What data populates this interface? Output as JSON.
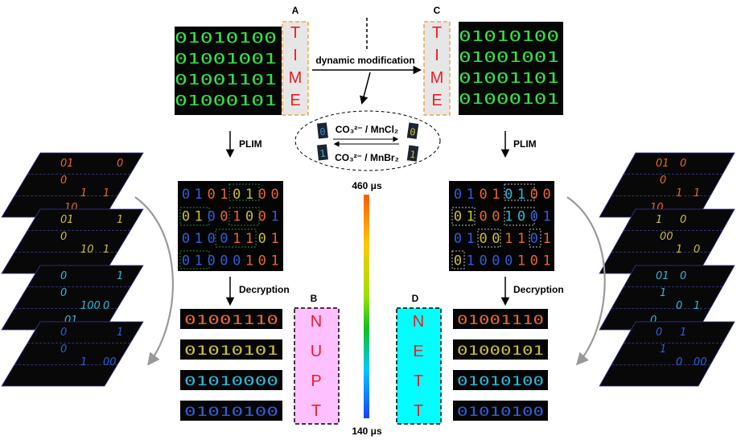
{
  "panel_labels": {
    "a": "A",
    "b": "B",
    "c": "C",
    "d": "D"
  },
  "binary_top": [
    "01010100",
    "01001001",
    "01001101",
    "01000101"
  ],
  "time_letters": [
    "T",
    "I",
    "M",
    "E"
  ],
  "arrow_dynamic": "dynamic modification",
  "reaction": {
    "top": "CO₃²⁻ / MnCl₂",
    "bottom": "CO₃²⁻ / MnBr₂",
    "left_digits": [
      "0",
      "1"
    ],
    "right_digits": [
      "0",
      "1"
    ]
  },
  "plim_label": "PLIM",
  "decryption_label": "Decryption",
  "plim_left_rows": [
    [
      [
        0,
        "b"
      ],
      [
        1,
        "b"
      ],
      [
        0,
        "o"
      ],
      [
        1,
        "o"
      ],
      [
        0,
        "y"
      ],
      [
        1,
        "y"
      ],
      [
        0,
        "o"
      ],
      [
        0,
        "o"
      ]
    ],
    [
      [
        0,
        "y"
      ],
      [
        1,
        "y"
      ],
      [
        0,
        "b"
      ],
      [
        0,
        "o"
      ],
      [
        1,
        "o"
      ],
      [
        0,
        "y"
      ],
      [
        0,
        "o"
      ],
      [
        1,
        "b"
      ]
    ],
    [
      [
        0,
        "b"
      ],
      [
        1,
        "b"
      ],
      [
        0,
        "b"
      ],
      [
        0,
        "b"
      ],
      [
        1,
        "o"
      ],
      [
        1,
        "o"
      ],
      [
        0,
        "y"
      ],
      [
        1,
        "o"
      ]
    ],
    [
      [
        0,
        "b"
      ],
      [
        1,
        "b"
      ],
      [
        0,
        "b"
      ],
      [
        0,
        "b"
      ],
      [
        0,
        "b"
      ],
      [
        1,
        "o"
      ],
      [
        0,
        "o"
      ],
      [
        1,
        "o"
      ]
    ]
  ],
  "plim_right_rows": [
    [
      [
        0,
        "b"
      ],
      [
        1,
        "b"
      ],
      [
        0,
        "o"
      ],
      [
        1,
        "o"
      ],
      [
        0,
        "c"
      ],
      [
        1,
        "c"
      ],
      [
        0,
        "o"
      ],
      [
        0,
        "o"
      ]
    ],
    [
      [
        0,
        "y"
      ],
      [
        1,
        "y"
      ],
      [
        0,
        "o"
      ],
      [
        0,
        "o"
      ],
      [
        1,
        "c"
      ],
      [
        0,
        "c"
      ],
      [
        0,
        "b"
      ],
      [
        1,
        "b"
      ]
    ],
    [
      [
        0,
        "b"
      ],
      [
        1,
        "b"
      ],
      [
        0,
        "y"
      ],
      [
        0,
        "y"
      ],
      [
        1,
        "o"
      ],
      [
        1,
        "o"
      ],
      [
        0,
        "b"
      ],
      [
        1,
        "o"
      ]
    ],
    [
      [
        0,
        "y"
      ],
      [
        1,
        "b"
      ],
      [
        0,
        "b"
      ],
      [
        0,
        "b"
      ],
      [
        0,
        "b"
      ],
      [
        1,
        "o"
      ],
      [
        0,
        "o"
      ],
      [
        1,
        "o"
      ]
    ]
  ],
  "decrypted_left": [
    {
      "text": "01001110",
      "color": "#e8662a"
    },
    {
      "text": "01010101",
      "color": "#c9c030"
    },
    {
      "text": "01010000",
      "color": "#2fb8d8"
    },
    {
      "text": "01010100",
      "color": "#2f5ed8"
    }
  ],
  "decrypted_right": [
    {
      "text": "01001110",
      "color": "#e8662a"
    },
    {
      "text": "01000101",
      "color": "#c9c030"
    },
    {
      "text": "01010100",
      "color": "#2fb8d8"
    },
    {
      "text": "01010100",
      "color": "#2f5ed8"
    }
  ],
  "nupt_letters": [
    "N",
    "U",
    "P",
    "T"
  ],
  "nett_letters": [
    "N",
    "E",
    "T",
    "T"
  ],
  "scale": {
    "max_label": "460 μs",
    "min_label": "140 μs"
  },
  "stack_left_layers": [
    {
      "items": [
        {
          "t": "01",
          "c": "#e8662a"
        },
        {
          "t": "0",
          "c": "#e8662a"
        },
        {
          "t": "0",
          "c": "#e8662a"
        },
        {
          "t": "1",
          "c": "#e8662a"
        },
        {
          "t": "1",
          "c": "#e8662a"
        },
        {
          "t": "10",
          "c": "#e8662a"
        }
      ]
    },
    {
      "items": [
        {
          "t": "01",
          "c": "#c9c030"
        },
        {
          "t": "1",
          "c": "#c9c030"
        },
        {
          "t": "0",
          "c": "#c9c030"
        },
        {
          "t": "10",
          "c": "#c9c030"
        },
        {
          "t": "1",
          "c": "#c9c030"
        }
      ]
    },
    {
      "items": [
        {
          "t": "0",
          "c": "#2fb8d8"
        },
        {
          "t": "1",
          "c": "#2fb8d8"
        },
        {
          "t": "0",
          "c": "#2fb8d8"
        },
        {
          "t": "100",
          "c": "#2fb8d8"
        },
        {
          "t": "0",
          "c": "#2fb8d8"
        },
        {
          "t": "01",
          "c": "#2fb8d8"
        }
      ]
    },
    {
      "items": [
        {
          "t": "0",
          "c": "#2f5ed8"
        },
        {
          "t": "1",
          "c": "#2f5ed8"
        },
        {
          "t": "0",
          "c": "#2f5ed8"
        },
        {
          "t": "1",
          "c": "#2f5ed8"
        },
        {
          "t": "00",
          "c": "#2f5ed8"
        }
      ]
    }
  ],
  "stack_right_layers": [
    {
      "items": [
        {
          "t": "01",
          "c": "#e8662a"
        },
        {
          "t": "0",
          "c": "#e8662a"
        },
        {
          "t": "0",
          "c": "#e8662a"
        },
        {
          "t": "1",
          "c": "#e8662a"
        },
        {
          "t": "1",
          "c": "#e8662a"
        },
        {
          "t": "10",
          "c": "#e8662a"
        }
      ]
    },
    {
      "items": [
        {
          "t": "1",
          "c": "#c9c030"
        },
        {
          "t": "0",
          "c": "#c9c030"
        },
        {
          "t": "00",
          "c": "#c9c030"
        },
        {
          "t": "1",
          "c": "#c9c030"
        },
        {
          "t": "0",
          "c": "#c9c030"
        }
      ]
    },
    {
      "items": [
        {
          "t": "01",
          "c": "#2fb8d8"
        },
        {
          "t": "0",
          "c": "#2fb8d8"
        },
        {
          "t": "1",
          "c": "#2fb8d8"
        },
        {
          "t": "0",
          "c": "#2fb8d8"
        },
        {
          "t": "1",
          "c": "#2fb8d8"
        },
        {
          "t": "0",
          "c": "#2fb8d8"
        }
      ]
    },
    {
      "items": [
        {
          "t": "0",
          "c": "#2f5ed8"
        },
        {
          "t": "1",
          "c": "#2f5ed8"
        },
        {
          "t": "1",
          "c": "#2f5ed8"
        },
        {
          "t": "0",
          "c": "#2f5ed8"
        },
        {
          "t": "00",
          "c": "#2f5ed8"
        }
      ]
    }
  ],
  "colors": {
    "green_digit": "#35e04a",
    "time_red": "#ee1c24",
    "pink_box": "#ffc0ff",
    "cyan_box": "#00ffff",
    "digit_orange": "#e8662a",
    "digit_yellow": "#c9c030",
    "digit_cyan": "#2fb8d8",
    "digit_blue": "#2f5ed8"
  }
}
